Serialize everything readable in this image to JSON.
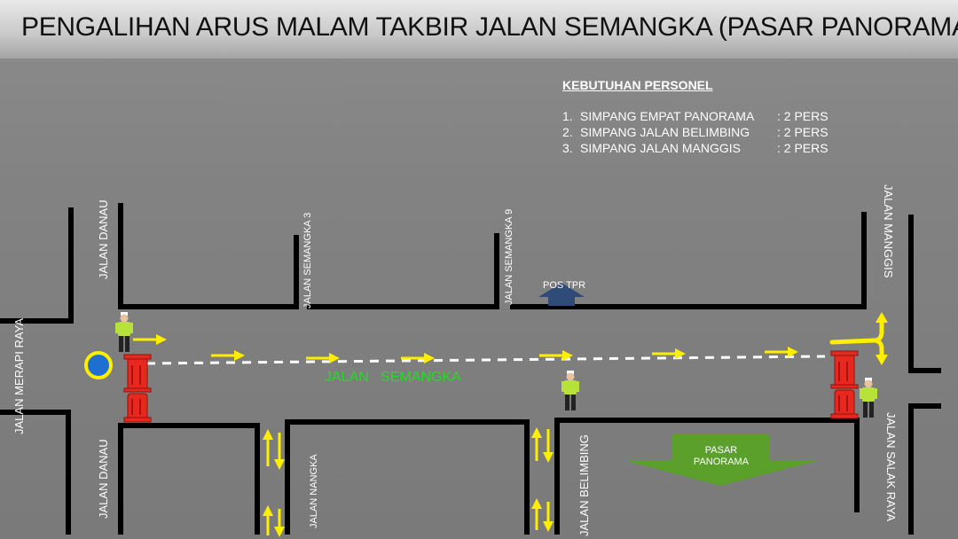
{
  "title": "PENGALIHAN ARUS MALAM TAKBIR JALAN SEMANGKA (PASAR PANORAMA)",
  "personel": {
    "heading": "KEBUTUHAN PERSONEL",
    "items": [
      {
        "num": "1.",
        "location": "SIMPANG EMPAT PANORAMA",
        "count": ": 2 PERS"
      },
      {
        "num": "2.",
        "location": "SIMPANG JALAN BELIMBING",
        "count": ": 2 PERS"
      },
      {
        "num": "3.",
        "location": "SIMPANG JALAN MANGGIS",
        "count": ": 2 PERS"
      }
    ]
  },
  "streets": {
    "danau_top": "JALAN DANAU",
    "danau_bottom": "JALAN DANAU",
    "merapi_raya": "JALAN MERAPI RAYA",
    "semangka_3": "JALAN SEMANGKA 3",
    "semangka_9": "JALAN SEMANGKA 9",
    "manggis": "JALAN MANGGIS",
    "nangka": "JALAN NANGKA",
    "belimbing": "JALAN BELIMBING",
    "salak_raya": "JALAN SALAK RAYA",
    "semangka_main": "JALAN   SEMANGKA"
  },
  "pos_tpr": "POS TPR",
  "pasar": {
    "line1": "PASAR",
    "line2": "PANORAMA"
  },
  "colors": {
    "arrow": "#ffee00",
    "barrier": "#e8281e",
    "pasar_arrow": "#5aa02a",
    "pos_arrow": "#2f4b78",
    "roundabout_ring": "#ffee00",
    "roundabout_fill": "#1f6fd0",
    "officer_vest": "#b6e23a"
  }
}
